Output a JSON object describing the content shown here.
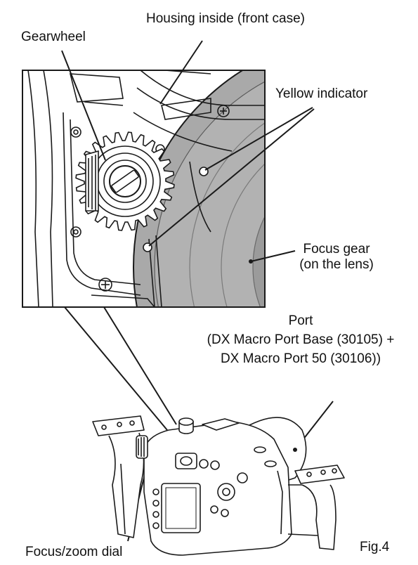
{
  "labels": {
    "housing_inside": "Housing inside (front case)",
    "gearwheel": "Gearwheel",
    "yellow_indicator": "Yellow indicator",
    "focus_gear_line1": "Focus gear",
    "focus_gear_line2": "(on the lens)",
    "port_line1": "Port",
    "port_line2": "(DX Macro Port Base (30105) +",
    "port_line3": "DX Macro Port 50 (30106))",
    "focus_zoom_dial": "Focus/zoom dial",
    "figure_number": "Fig.4"
  },
  "colors": {
    "line": "#1a1a1a",
    "lens_gray": "#a9a9a9",
    "lens_dark": "#8d8d8d",
    "background": "#ffffff"
  }
}
